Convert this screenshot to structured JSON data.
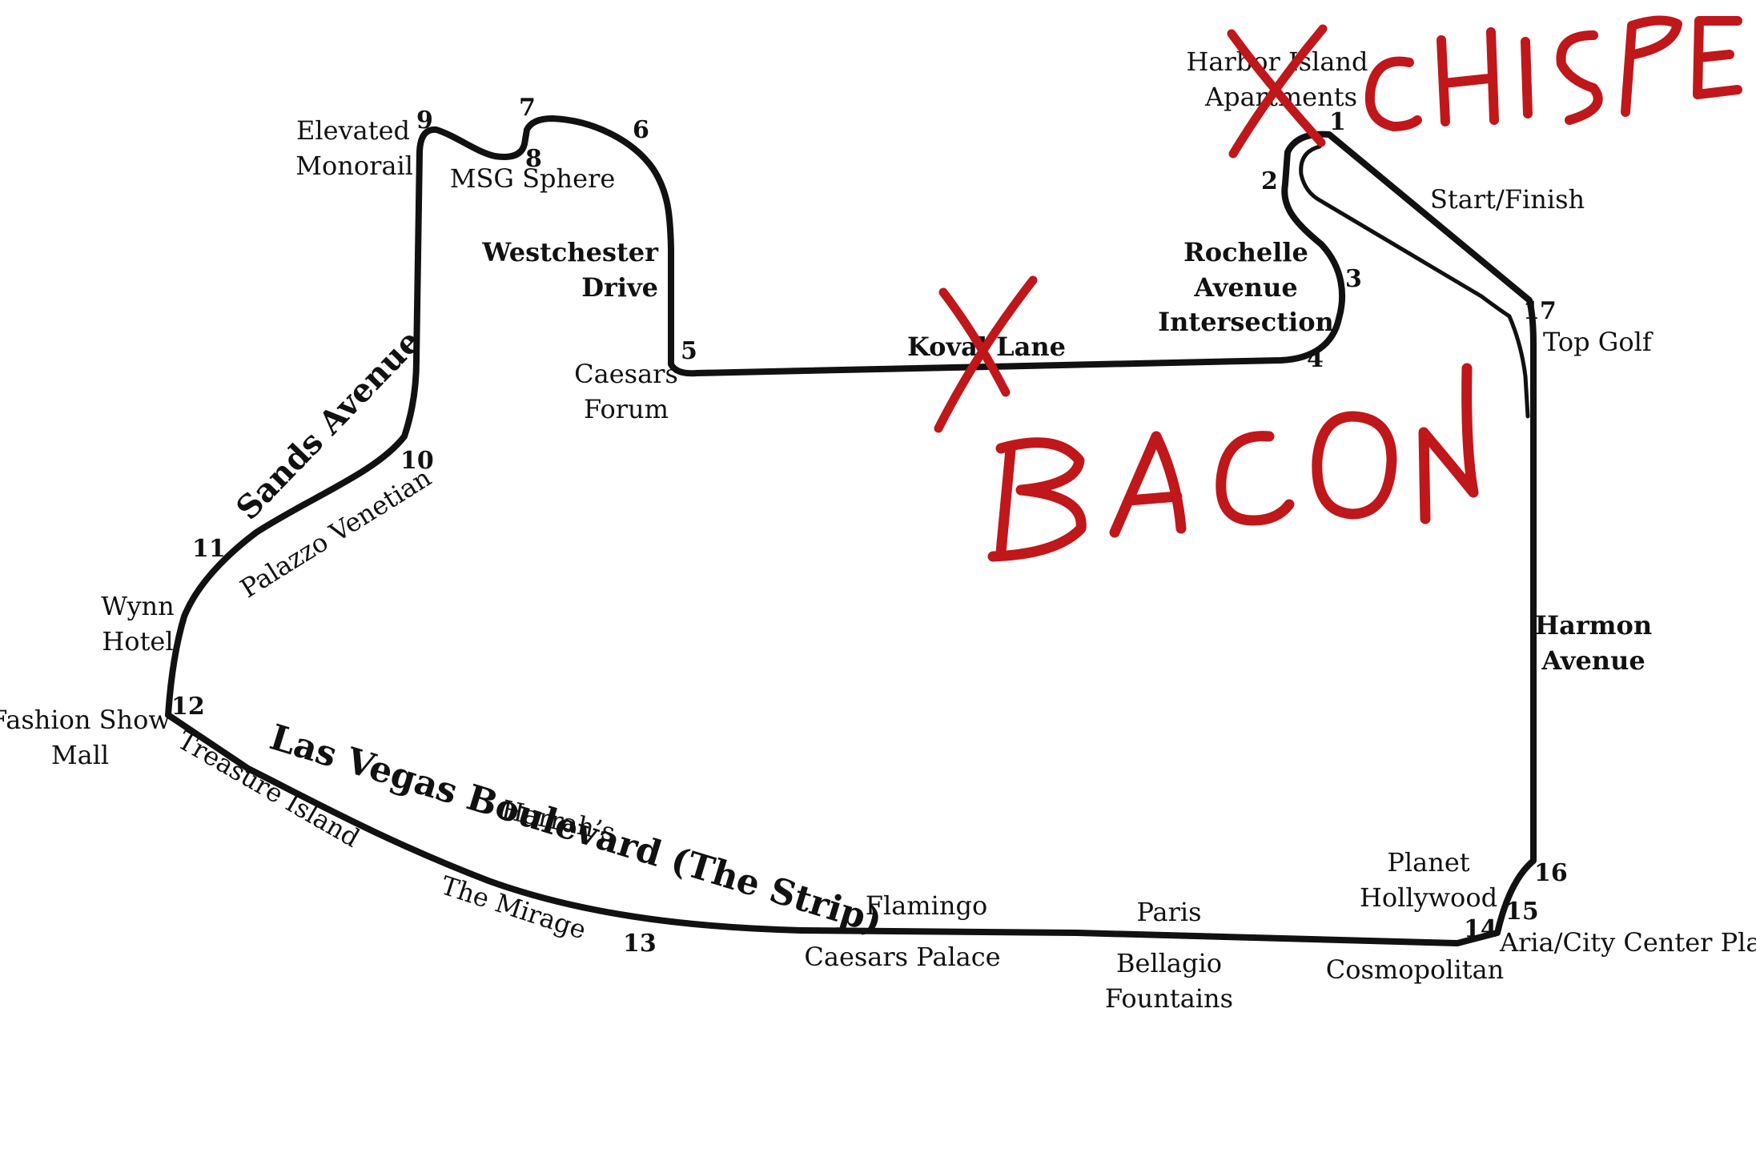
{
  "colors": {
    "track": "#111111",
    "graffiti": "#c0171b",
    "background": "#ffffff"
  },
  "turns": [
    "1",
    "2",
    "3",
    "4",
    "5",
    "6",
    "7",
    "8",
    "9",
    "10",
    "11",
    "12",
    "13",
    "14",
    "15",
    "16",
    "17"
  ],
  "roads": {
    "westchester": [
      "Westchester",
      "Drive"
    ],
    "rochelle": [
      "Rochelle",
      "Avenue",
      "Intersection"
    ],
    "koval": "Koval Lane",
    "sands": "Sands Avenue",
    "strip": "Las Vegas Boulevard (The Strip)",
    "harmon": [
      "Harmon",
      "Avenue"
    ]
  },
  "landmarks": {
    "harbor_island": [
      "Harbor Island",
      "Apartments"
    ],
    "start_finish": "Start/Finish",
    "top_golf": "Top Golf",
    "elevated_monorail": [
      "Elevated",
      "Monorail"
    ],
    "msg_sphere": "MSG Sphere",
    "caesars_forum": [
      "Caesars",
      "Forum"
    ],
    "palazzo_venetian": "Palazzo Venetian",
    "wynn_hotel": [
      "Wynn",
      "Hotel"
    ],
    "fashion_show_mall": [
      "Fashion Show",
      "Mall"
    ],
    "treasure_island": "Treasure Island",
    "harrahs": "Harrah’s",
    "the_mirage": "The Mirage",
    "flamingo": "Flamingo",
    "caesars_palace": "Caesars Palace",
    "paris": "Paris",
    "bellagio_fountains": [
      "Bellagio",
      "Fountains"
    ],
    "planet_hollywood": [
      "Planet",
      "Hollywood"
    ],
    "cosmopolitan": "Cosmopolitan",
    "aria_city_center": "Aria/City Center Plaza"
  }
}
